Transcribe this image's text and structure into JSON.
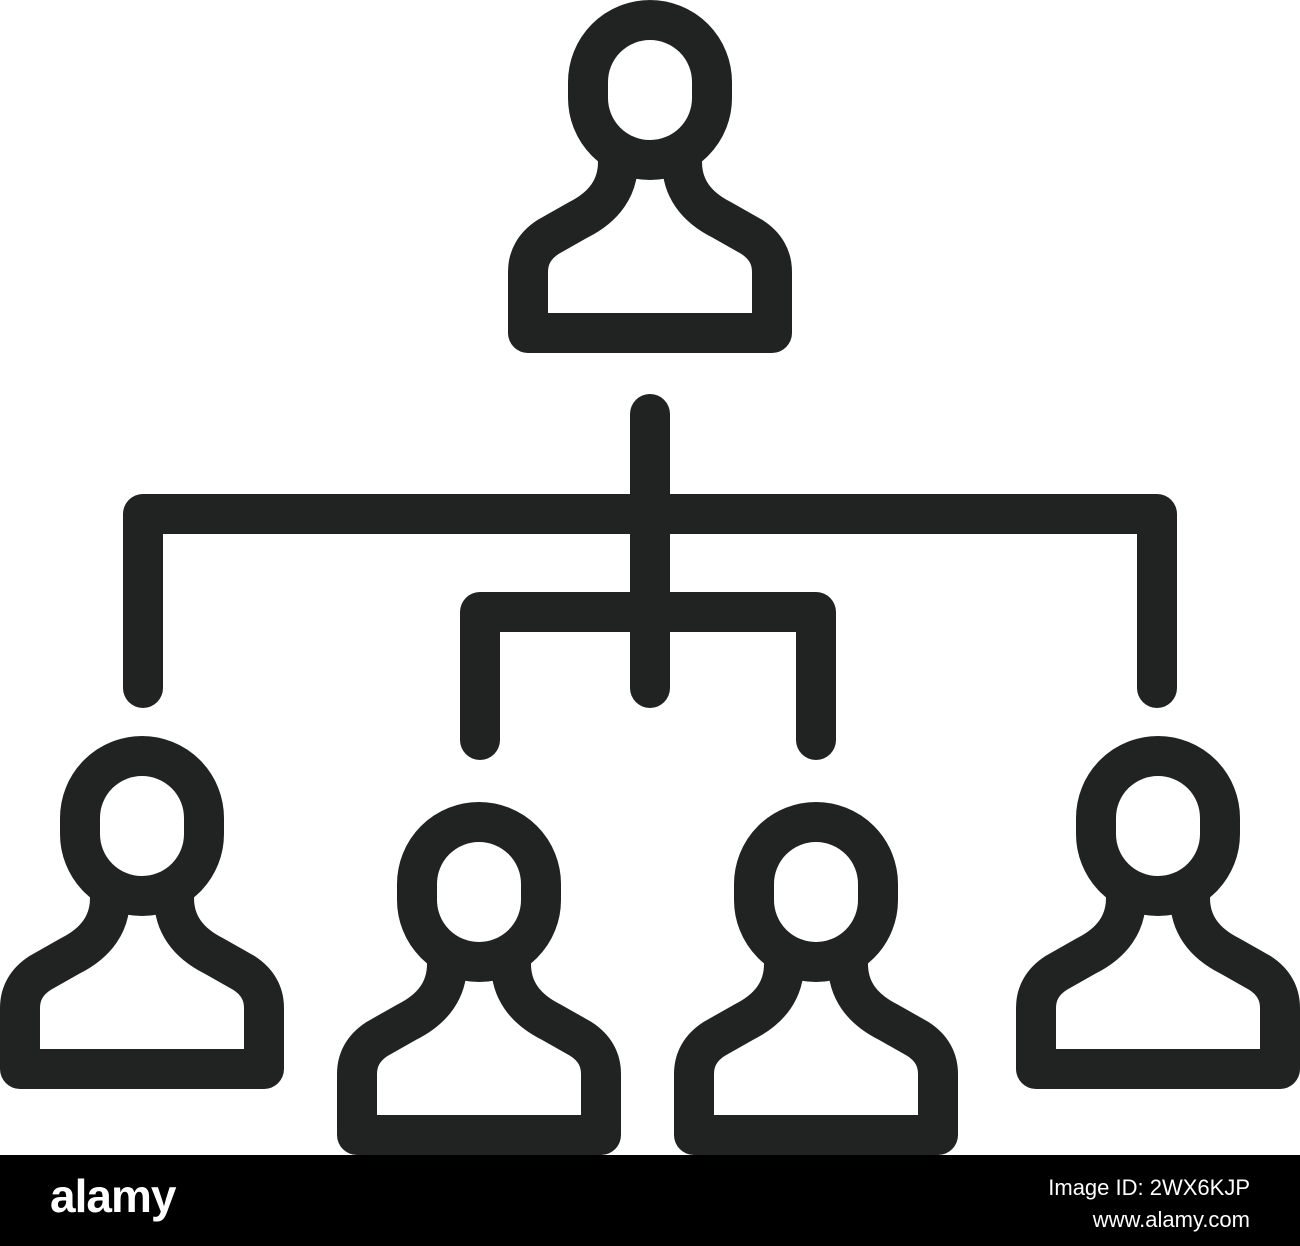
{
  "icon": {
    "name": "org-hierarchy-icon",
    "stroke_color": "#212322",
    "background_color": "#ffffff",
    "people": [
      {
        "name": "person-top-icon",
        "role": "manager"
      },
      {
        "name": "person-bottom-left-icon",
        "role": "subordinate"
      },
      {
        "name": "person-bottom-inner-left-icon",
        "role": "subordinate"
      },
      {
        "name": "person-bottom-inner-right-icon",
        "role": "subordinate"
      },
      {
        "name": "person-bottom-right-icon",
        "role": "subordinate"
      }
    ]
  },
  "footer": {
    "brand": "alamy",
    "image_id": "Image ID: 2WX6KJP",
    "site_url": "www.alamy.com",
    "background_color": "#000000",
    "text_color": "#ffffff"
  }
}
